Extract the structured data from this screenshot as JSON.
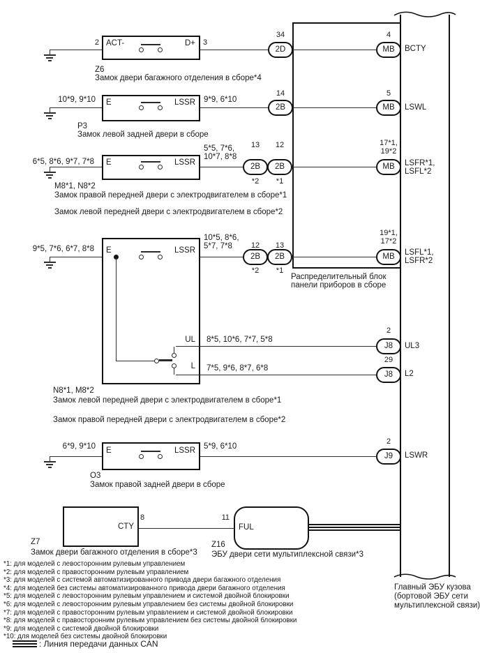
{
  "colors": {
    "ink": "#1a1a1a",
    "background": "#ffffff"
  },
  "z6": {
    "id": "Z6",
    "desc": "Замок двери багажного отделения в сборе*4",
    "pin_left": "2",
    "pin_right": "3",
    "term_left": "ACT-",
    "term_right": "D+",
    "conn_in": {
      "pin": "34",
      "code": "2D"
    },
    "conn_out": {
      "pin": "4",
      "code": "MB"
    },
    "signal": "BCTY"
  },
  "p3": {
    "id": "P3",
    "desc": "Замок левой задней двери в сборе",
    "wire_left": "10*9, 9*10",
    "wire_right": "9*9, 6*10",
    "term_left": "E",
    "term_right": "LSSR",
    "conn_in": {
      "pin": "14",
      "code": "2B"
    },
    "conn_out": {
      "pin": "5",
      "code": "MB"
    },
    "signal": "LSWL"
  },
  "m8": {
    "id": "M8*1, N8*2",
    "desc1": "Замок правой передней двери с электродвигателем в сборе*1",
    "desc2": "Замок левой передней двери с электродвигателем в сборе*2",
    "wire_left": "6*5, 8*6, 9*7, 7*8",
    "wire_right1": "5*5, 7*6,",
    "wire_right2": "10*7, 8*8",
    "term_left": "E",
    "term_right": "LSSR",
    "conn_a": {
      "pin": "13",
      "code": "2B",
      "note": "*2"
    },
    "conn_b": {
      "pin": "12",
      "code": "2B",
      "note": "*1"
    },
    "conn_out": {
      "pin1": "17*1,",
      "pin2": "19*2",
      "code": "MB"
    },
    "signal1": "LSFR*1,",
    "signal2": "LSFL*2"
  },
  "n8": {
    "id": "N8*1, M8*2",
    "desc1": "Замок левой передней двери с электродвигателем в сборе*1",
    "desc2": "Замок правой передней двери с электродвигателем в сборе*2",
    "wire_left": "9*5, 7*6, 6*7, 8*8",
    "wire_right1": "10*5, 8*6,",
    "wire_right2": "5*7, 7*8",
    "term_left": "E",
    "term_right": "LSSR",
    "term_ul": "UL",
    "term_l": "L",
    "wire_ul": "8*5, 10*6, 7*7, 5*8",
    "wire_l": "7*5, 9*6, 8*7, 6*8",
    "conn_a": {
      "pin": "12",
      "code": "2B",
      "note": "*2"
    },
    "conn_b": {
      "pin": "13",
      "code": "2B",
      "note": "*1"
    },
    "conn_out": {
      "pin1": "19*1,",
      "pin2": "17*2",
      "code": "MB"
    },
    "signal1": "LSFL*1,",
    "signal2": "LSFR*2",
    "conn_ul": {
      "pin": "2",
      "code": "J8"
    },
    "signal_ul": "UL3",
    "conn_l": {
      "pin": "29",
      "code": "J8"
    },
    "signal_l": "L2"
  },
  "o3": {
    "id": "O3",
    "desc": "Замок правой задней двери в сборе",
    "wire_left": "6*9, 9*10",
    "wire_right": "5*9, 6*10",
    "term_left": "E",
    "term_right": "LSSR",
    "conn_out": {
      "pin": "2",
      "code": "J9"
    },
    "signal": "LSWR"
  },
  "z7": {
    "id": "Z7",
    "desc": "Замок двери багажного отделения в сборе*3",
    "term": "CTY",
    "pin": "8"
  },
  "z16": {
    "id": "Z16",
    "desc": "ЭБУ двери сети мультиплексной связи*3",
    "term": "FUL",
    "pin": "11"
  },
  "junction": {
    "line1": "Распределительный блок",
    "line2": "панели приборов в сборе"
  },
  "ecu": {
    "line1": "Главный ЭБУ кузова",
    "line2": "(бортовой ЭБУ сети",
    "line3": "мультиплексной связи)"
  },
  "footnotes": [
    "*1: для моделей с левосторонним рулевым управлением",
    "*2: для моделей с правосторонним рулевым управлением",
    "*3: для моделей с системой автоматизированного привода двери багажного отделения",
    "*4: для моделей без системы автоматизированного привода двери багажного отделения",
    "*5: для моделей с левосторонним рулевым управлением и системой двойной блокировки",
    "*6: для моделей с левосторонним рулевым управлением без системы двойной блокировки",
    "*7: для моделей с правосторонним рулевым управлением и системой двойной блокировки",
    "*8: для моделей с правосторонним рулевым управлением без системы двойной блокировки",
    "*9: для моделей с системой двойной блокировки",
    "*10: для моделей без системы двойной блокировки"
  ],
  "legend": ": Линия передачи данных CAN"
}
